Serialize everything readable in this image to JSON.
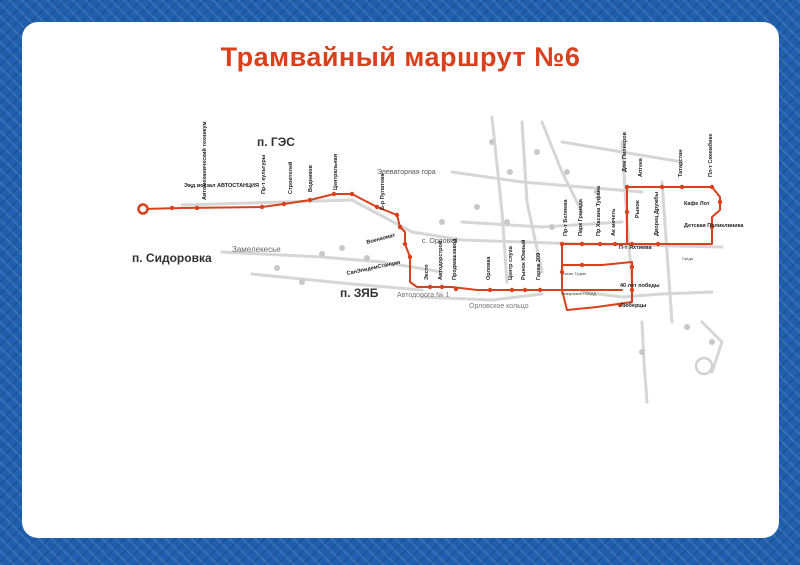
{
  "colors": {
    "route": "#d9401c",
    "title": "#d9401c",
    "frame": "#1f5fae",
    "streets": "#d2d2d2",
    "labels_gray": "#9a9a9a"
  },
  "title": "Трамвайный маршрут №6",
  "districts": {
    "ges": "п. ГЭС",
    "sidorovka": "п. Сидоровка",
    "zyab": "п. ЗЯБ",
    "zamelekesye": "Замелекесье",
    "elevator": "Элеваторная гора",
    "orlovka": "с. Орловка",
    "orlov_ring": "Орловское кольцо",
    "road1": "Автодорога № 1"
  },
  "stops": {
    "avtovokzal": "Эҗд вокзал АВТОСТАНЦИЯ",
    "avtotech": "Автомеханический техникум",
    "kultury": "Пр-т культуры",
    "stroiteley": "Строителей",
    "vodnikov": "Водников",
    "centralnaya": "Центральная",
    "pulyametnaya": "Б-р Пулатова",
    "voenkomat": "Военкомат",
    "sanepid": "СанЭпидемСтанция",
    "eksto": "Эксто",
    "avtodor": "Автодорстрой",
    "prodmash": "Продмашзавод",
    "orlovka_st": "Орловка",
    "centr_sluha": "Центр слуха",
    "rynok_yuzh": "Рынок Южный",
    "garazh": "Гараж 209",
    "belyaeva": "Пр-т Беляева",
    "granada": "Парк Гранада",
    "tufana": "Пр Хасана Туфана",
    "ak_mechet": "Ак мечеть",
    "pr_yakhtieva": "П-т Яхтиева",
    "pobedy": "40 лет победы",
    "lyubertsy": "Люберцы",
    "rynok": "Рынок",
    "dvorec": "Дворец Дружбы",
    "apteka": "Аптека",
    "tatarstan": "Татарстан",
    "kafe_lot": "Кафе Лот",
    "det_poliklinika": "Детская Поликлиника",
    "sayumbike": "Пл-т Сююмбике",
    "dom_pionerov": "Дом Пионеров",
    "novruzy": "Новаражин ГИБДД",
    "hasan_tufan2": "Хасан Туфан",
    "ganda": "Ганда"
  }
}
